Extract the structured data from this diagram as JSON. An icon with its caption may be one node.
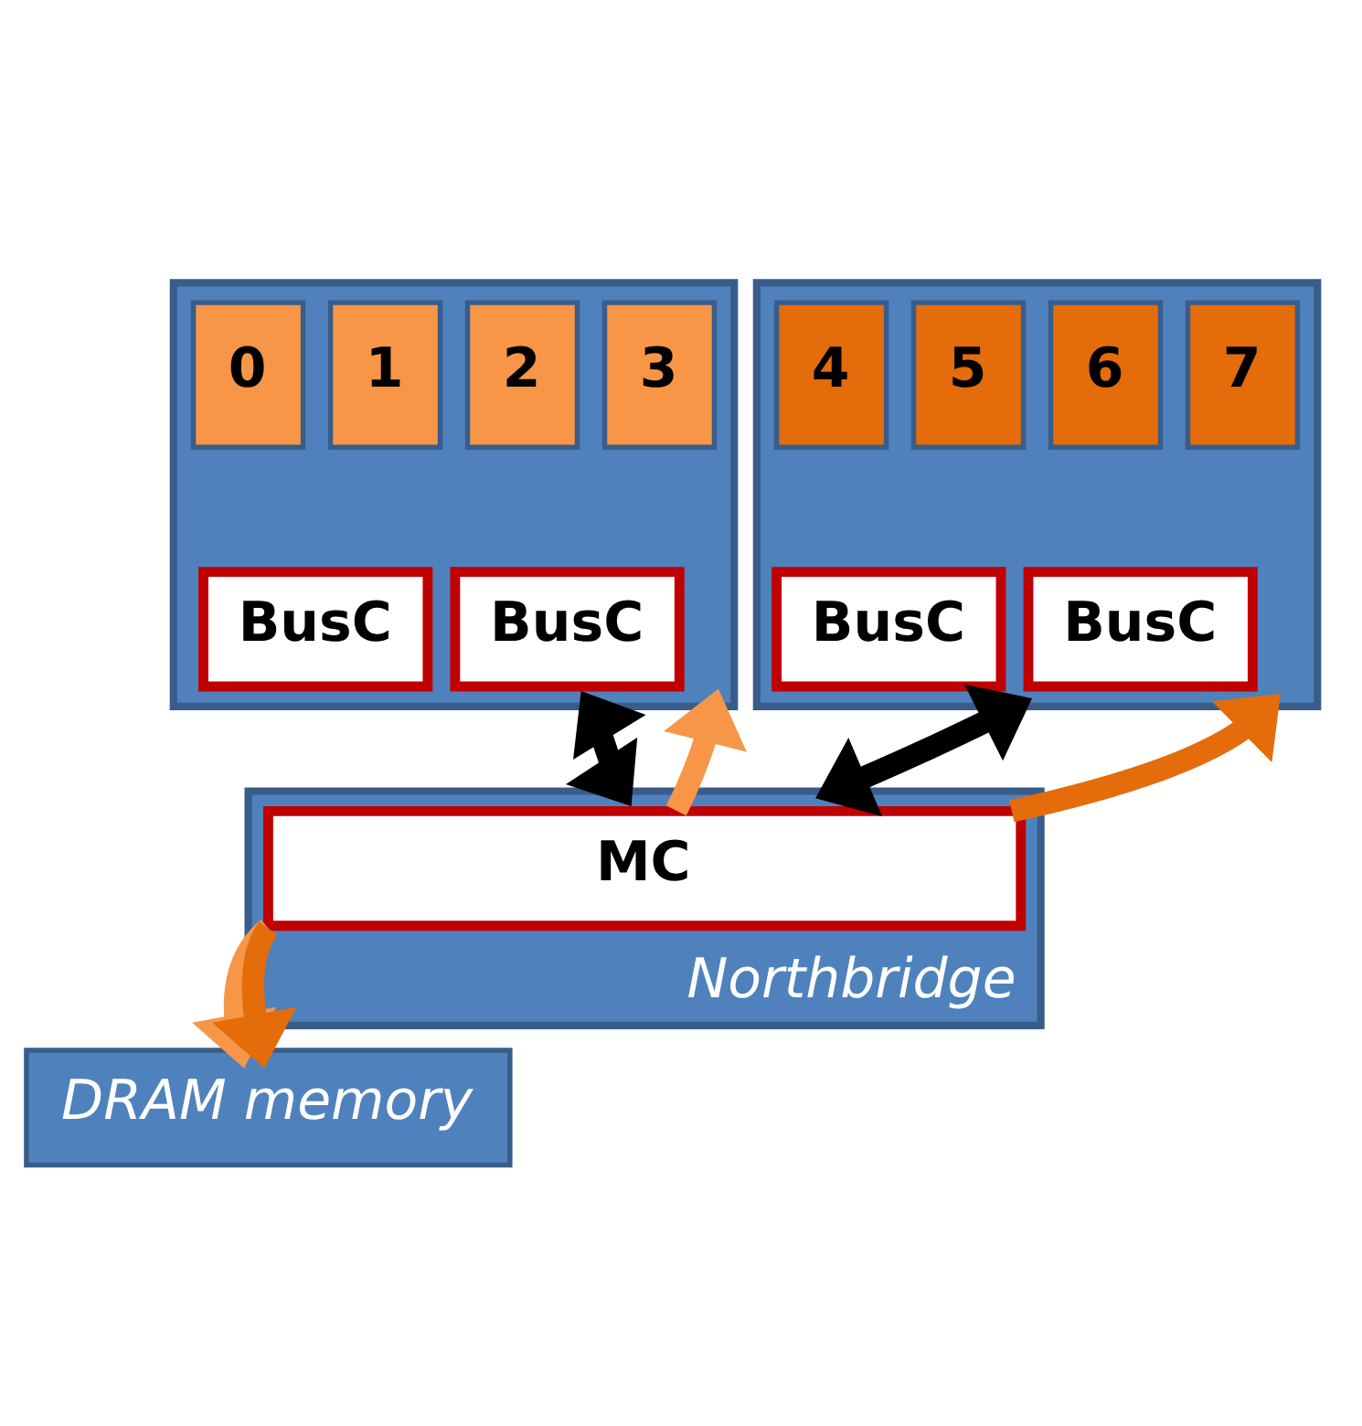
{
  "diagram": {
    "nodes": [
      {
        "text": [],
        "shape": "box"
      },
      {
        "text": [
          "0"
        ],
        "in": 0
      },
      {
        "text": [
          "1"
        ],
        "in": 0
      },
      {
        "text": [
          "2"
        ],
        "in": 0
      },
      {
        "text": [
          "3"
        ],
        "in": 0
      },
      {
        "text": [
          "BusC"
        ],
        "in": 0
      },
      {
        "text": [
          "BusC"
        ],
        "in": 0
      },
      {
        "text": [],
        "shape": "box"
      },
      {
        "text": [
          "4"
        ],
        "in": 7
      },
      {
        "text": [
          "5"
        ],
        "in": 7
      },
      {
        "text": [
          "6"
        ],
        "in": 7
      },
      {
        "text": [
          "7"
        ],
        "in": 7
      },
      {
        "text": [
          "BusC"
        ],
        "in": 7
      },
      {
        "text": [
          "BusC"
        ],
        "in": 7
      },
      {
        "text": [
          "Northbridge"
        ]
      },
      {
        "text": [
          "MC"
        ],
        "in": 14
      },
      {
        "text": [
          "DRAM memory"
        ]
      }
    ],
    "edges": [
      {
        "from": 0,
        "to": 14,
        "arrow": "both",
        "color": "#000000"
      },
      {
        "from": 7,
        "to": 14,
        "arrow": "both",
        "color": "#000000"
      },
      {
        "from": 15,
        "to": 0,
        "arrow": "to",
        "color": "#f79646"
      },
      {
        "from": 15,
        "to": 7,
        "arrow": "to",
        "color": "#e46c0a"
      },
      {
        "from": 15,
        "to": 16,
        "arrow": "to",
        "color": "#f79646"
      },
      {
        "from": 15,
        "to": 16,
        "arrow": "to",
        "color": "#e46c0a"
      }
    ]
  }
}
